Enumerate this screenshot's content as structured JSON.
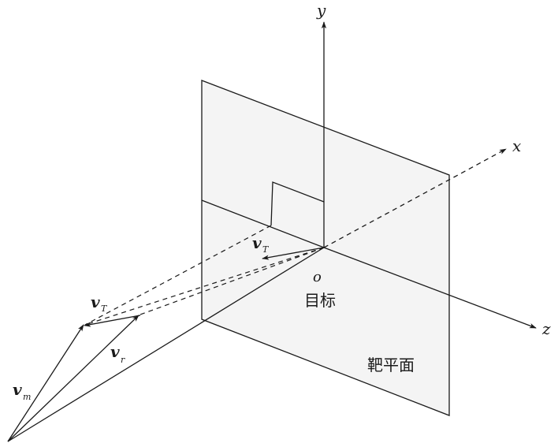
{
  "axes": {
    "x_label": "x",
    "y_label": "y",
    "z_label": "z",
    "origin_label": "o"
  },
  "labels": {
    "target": "目标",
    "target_plane": "靶平面"
  },
  "vectors": {
    "vT_plane": {
      "symbol": "v",
      "subscript": "T"
    },
    "vT_missile": {
      "symbol": "v",
      "subscript": "T"
    },
    "vr": {
      "symbol": "v",
      "subscript": "r"
    },
    "vm": {
      "symbol": "v",
      "subscript": "m"
    }
  },
  "colors": {
    "line": "#1a1a1a",
    "plane_fill": "#f4f4f4"
  }
}
